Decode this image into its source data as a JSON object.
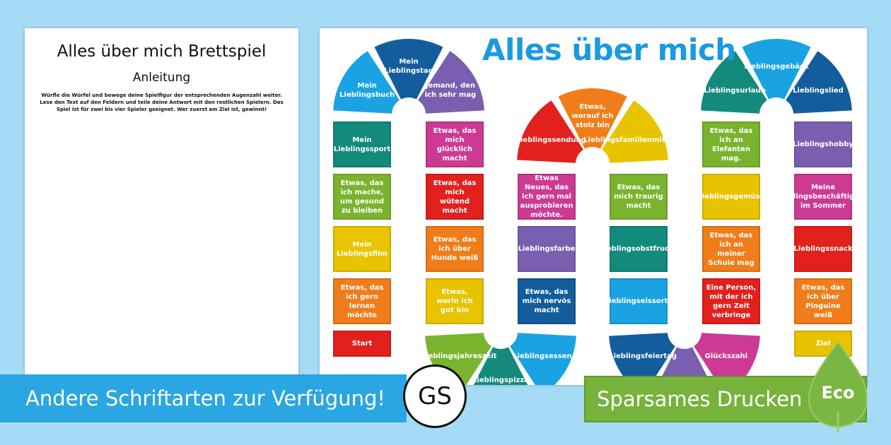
{
  "instructions_page": {
    "title": "Alles über mich Brettspiel",
    "subtitle": "Anleitung",
    "text": "Würfle die Würfel und bewege deine Spielfigur der entsprechenden Augenzahl weiter. Lese den Text auf den Feldern und teile deine Antwort mit den restlichen Spielern. Das Spiel ist für zwei bis vier Spieler geeignet. Wer zuerst am Ziel ist, gewinnt!"
  },
  "board": {
    "title": "Alles über mich",
    "colors": {
      "lightblue": "#1aa3e3",
      "darkblue": "#135d9c",
      "purple": "#7a5fb0",
      "teal": "#138a7c",
      "green": "#7ab42f",
      "yellow": "#e8c300",
      "orange": "#f07d1a",
      "red": "#e2211c",
      "magenta": "#cc3a94"
    },
    "tiles": [
      {
        "text": "Mein Lieblingssport",
        "color": "teal"
      },
      {
        "text": "Etwas, das ich mache, um gesund zu bleiben",
        "color": "green"
      },
      {
        "text": "Mein Lieblingsfilm",
        "color": "yellow"
      },
      {
        "text": "Etwas, das ich gern lernen möchte",
        "color": "orange"
      },
      {
        "text": "Start",
        "color": "red"
      },
      {
        "text": "Etwas, das mich glücklich macht",
        "color": "magenta"
      },
      {
        "text": "Etwas, das mich wütend macht",
        "color": "red"
      },
      {
        "text": "Etwas, das ich über Hunde weiß",
        "color": "orange"
      },
      {
        "text": "Etwas, worin ich gut bin",
        "color": "yellow"
      },
      {
        "text": "Etwas Neues, das ich gern mal ausprobieren möchte.",
        "color": "magenta"
      },
      {
        "text": "Lieblingsfarbe",
        "color": "purple"
      },
      {
        "text": "Etwas, das mich nervös macht",
        "color": "darkblue"
      },
      {
        "text": "Etwas, das mich traurig macht",
        "color": "green"
      },
      {
        "text": "Lieblingsobstfrucht",
        "color": "teal"
      },
      {
        "text": "Lieblingseissorte",
        "color": "lightblue"
      },
      {
        "text": "Etwas, das ich an Elefanten mag.",
        "color": "green"
      },
      {
        "text": "Lieblingsgemüse",
        "color": "yellow"
      },
      {
        "text": "Etwas, das ich an meiner Schule mag",
        "color": "orange"
      },
      {
        "text": "Eine Person, mit der ich gern Zeit verbringe",
        "color": "red"
      },
      {
        "text": "Lieblingshobby",
        "color": "purple"
      },
      {
        "text": "Meine Lieblingsbeschäftigung im Sommer",
        "color": "magenta"
      },
      {
        "text": "Lieblingssnack",
        "color": "red"
      },
      {
        "text": "Etwas, das ich über Pinguine weiß",
        "color": "orange"
      },
      {
        "text": "Ziel",
        "color": "yellow"
      }
    ],
    "wedges": [
      {
        "text": "Mein Lieblingsbuch",
        "color": "lightblue"
      },
      {
        "text": "Mein Lieblingstag",
        "color": "darkblue"
      },
      {
        "text": "Jemand, den ich sehr mag",
        "color": "purple"
      },
      {
        "text": "Lieblingssendung",
        "color": "red"
      },
      {
        "text": "Etwas, worauf ich stolz bin",
        "color": "orange"
      },
      {
        "text": "Lieblingsfamilienmitglied",
        "color": "yellow"
      },
      {
        "text": "Lieblingsjahreszeit",
        "color": "green"
      },
      {
        "text": "Lieblingspizza",
        "color": "teal"
      },
      {
        "text": "Lieblingsessen",
        "color": "lightblue"
      },
      {
        "text": "Lieblingsfeiertag",
        "color": "darkblue"
      },
      {
        "text": "",
        "color": "purple"
      },
      {
        "text": "Glückszahl",
        "color": "magenta"
      },
      {
        "text": "Lieblingsurlaub",
        "color": "teal"
      },
      {
        "text": "Lieblingsgebäck",
        "color": "lightblue"
      },
      {
        "text": "Lieblingslied",
        "color": "darkblue"
      }
    ]
  },
  "banners": {
    "fonts": "Andere Schriftarten zur Verfügung!",
    "gs": "GS",
    "eco_print": "Sparsames Drucken",
    "eco": "Eco"
  }
}
